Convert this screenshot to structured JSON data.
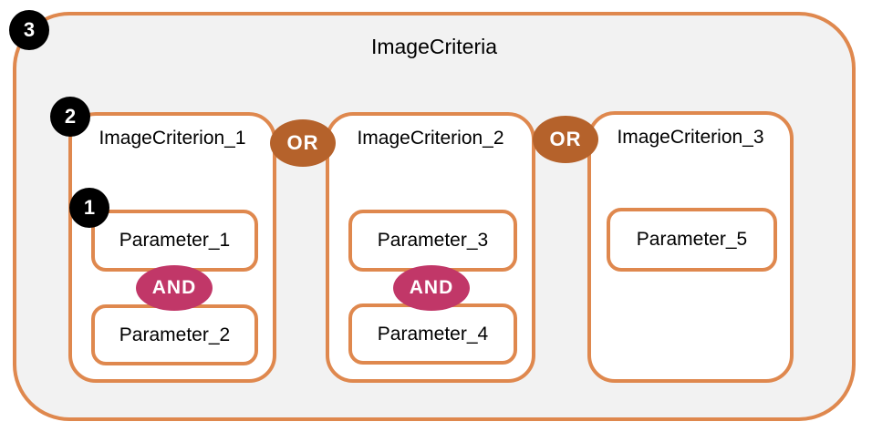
{
  "palette": {
    "outer_fill": "#f2f2f2",
    "box_fill": "#ffffff",
    "border_orange": "#df884e",
    "or_fill": "#b5622b",
    "and_fill": "#c13768",
    "callout_fill": "#000000",
    "callout_text": "#ffffff",
    "label_text": "#000000"
  },
  "diagram": {
    "title": "ImageCriteria",
    "or_label": "OR",
    "and_label": "AND",
    "criteria": [
      {
        "label": "ImageCriterion_1",
        "parameters": [
          "Parameter_1",
          "Parameter_2"
        ]
      },
      {
        "label": "ImageCriterion_2",
        "parameters": [
          "Parameter_3",
          "Parameter_4"
        ]
      },
      {
        "label": "ImageCriterion_3",
        "parameters": [
          "Parameter_5"
        ]
      }
    ],
    "callouts": [
      {
        "number": "3",
        "points_to": "ImageCriteria container"
      },
      {
        "number": "2",
        "points_to": "ImageCriterion box"
      },
      {
        "number": "1",
        "points_to": "Parameter box"
      }
    ]
  }
}
